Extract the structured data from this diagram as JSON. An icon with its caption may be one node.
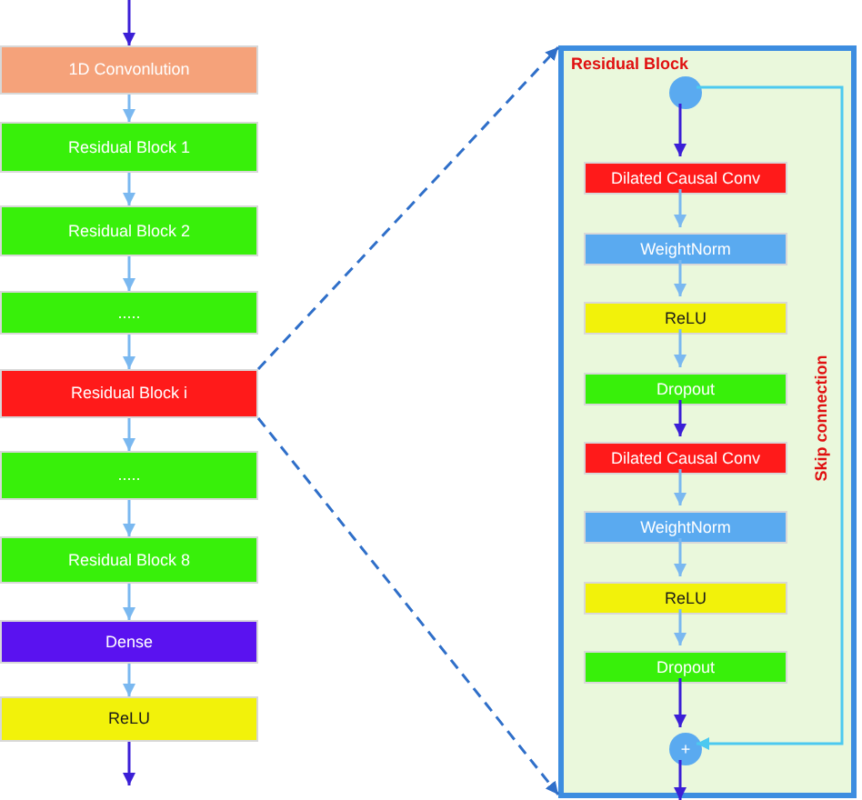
{
  "diagram": {
    "nodes": [
      {
        "text": [
          "1D Convonlution"
        ]
      },
      {
        "text": [
          "Residual Block 1"
        ]
      },
      {
        "text": [
          "Residual Block 2"
        ]
      },
      {
        "text": [
          "....."
        ]
      },
      {
        "text": [
          "Residual Block i"
        ]
      },
      {
        "text": [
          "....."
        ]
      },
      {
        "text": [
          "Residual Block 8"
        ]
      },
      {
        "text": [
          "Dense"
        ]
      },
      {
        "text": [
          "ReLU"
        ]
      },
      {
        "text": [
          "Residual Block"
        ]
      },
      {
        "text": [],
        "shape": "circle",
        "in": 9
      },
      {
        "text": [
          "Dilated Causal Conv"
        ],
        "in": 9
      },
      {
        "text": [
          "WeightNorm"
        ],
        "in": 9
      },
      {
        "text": [
          "ReLU"
        ],
        "in": 9
      },
      {
        "text": [
          "Dropout"
        ],
        "in": 9
      },
      {
        "text": [
          "Dilated Causal Conv"
        ],
        "in": 9
      },
      {
        "text": [
          "WeightNorm"
        ],
        "in": 9
      },
      {
        "text": [
          "ReLU"
        ],
        "in": 9
      },
      {
        "text": [
          "Dropout"
        ],
        "in": 9
      },
      {
        "text": [
          "+"
        ],
        "in": 9
      }
    ],
    "edges": [
      {
        "from": null,
        "to": 0,
        "arrow": "to",
        "color": "#3b1fd6"
      },
      {
        "from": 0,
        "to": 1,
        "arrow": "to"
      },
      {
        "from": 1,
        "to": 2,
        "arrow": "to"
      },
      {
        "from": 2,
        "to": 3,
        "arrow": "to"
      },
      {
        "from": 3,
        "to": 4,
        "arrow": "to"
      },
      {
        "from": 4,
        "to": 5,
        "arrow": "to"
      },
      {
        "from": 5,
        "to": 6,
        "arrow": "to"
      },
      {
        "from": 6,
        "to": 7,
        "arrow": "to"
      },
      {
        "from": 7,
        "to": 8,
        "arrow": "to"
      },
      {
        "from": 8,
        "to": null,
        "arrow": "to",
        "color": "#3b1fd6"
      },
      {
        "from": 4,
        "to": 9,
        "arrow": "to",
        "style": "dashed",
        "color": "#2f6fc9"
      },
      {
        "from": 4,
        "to": 9,
        "arrow": "to",
        "style": "dashed",
        "color": "#2f6fc9"
      },
      {
        "from": 10,
        "to": 11,
        "arrow": "to",
        "color": "#3b1fd6"
      },
      {
        "from": 11,
        "to": 12,
        "arrow": "to"
      },
      {
        "from": 12,
        "to": 13,
        "arrow": "to"
      },
      {
        "from": 13,
        "to": 14,
        "arrow": "to"
      },
      {
        "from": 14,
        "to": 15,
        "arrow": "to",
        "color": "#3b1fd6"
      },
      {
        "from": 15,
        "to": 16,
        "arrow": "to"
      },
      {
        "from": 16,
        "to": 17,
        "arrow": "to"
      },
      {
        "from": 17,
        "to": 18,
        "arrow": "to"
      },
      {
        "from": 18,
        "to": 19,
        "arrow": "to",
        "color": "#3b1fd6"
      },
      {
        "from": 10,
        "to": 19,
        "arrow": "to",
        "label": "Skip connection",
        "color": "#4cc9f0"
      },
      {
        "from": 19,
        "to": null,
        "arrow": "to",
        "color": "#3b1fd6"
      }
    ]
  }
}
